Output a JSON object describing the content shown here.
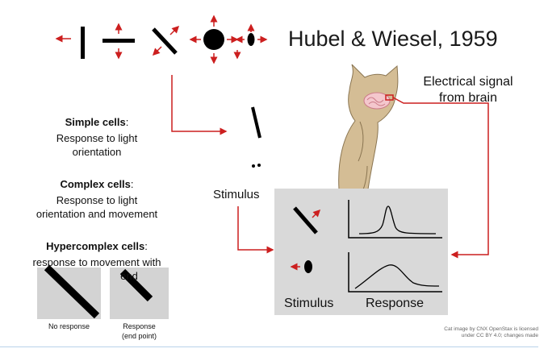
{
  "title": "Hubel & Wiesel, 1959",
  "electrical_signal": {
    "line1": "Electrical signal",
    "line2": "from brain"
  },
  "cells": [
    {
      "heading": "Simple cells",
      "colon": ":",
      "body1": "Response to light",
      "body2": "orientation"
    },
    {
      "heading": "Complex cells",
      "colon": ":",
      "body1": "Response to light",
      "body2": "orientation and movement"
    },
    {
      "heading": "Hypercomplex cells",
      "colon": ":",
      "body1": "response to movement with",
      "body2": "end"
    }
  ],
  "stimulus_label": "Stimulus",
  "box": {
    "stimulus": "Stimulus",
    "response": "Response"
  },
  "examples": [
    {
      "line1": "No response",
      "line2": ""
    },
    {
      "line1": "Response",
      "line2": "(end point)"
    }
  ],
  "credit": {
    "line1": "Cat image by CNX OpenStax is licensed",
    "line2": "under CC BY 4.0; changes made"
  },
  "colors": {
    "arrow": "#cc1f1f",
    "panel": "#d9d9d9",
    "cat": "#d4bd95"
  }
}
